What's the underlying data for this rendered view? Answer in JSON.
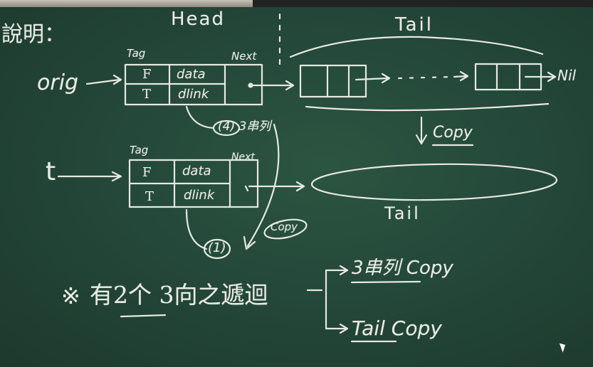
{
  "board": {
    "heading": "說明：",
    "head_label": "Head",
    "tail_label_top": "Tail",
    "orig_label": "orig",
    "t_label": "t",
    "node_orig": {
      "tag": "Tag",
      "next": "Next",
      "f": "F",
      "t": "T",
      "data": "data",
      "dlink": "dlink"
    },
    "node_t": {
      "tag": "Tag",
      "next": "Next",
      "f": "F",
      "t": "T",
      "data": "data",
      "dlink": "dlink"
    },
    "nil_label": "Nil",
    "down_copy": "Copy",
    "step_4": "(4) 3串列",
    "step_1": "(1)",
    "copy_small": "Copy",
    "tail_label_bottom": "Tail",
    "note_star": "※",
    "note_text": "有2个 3向之遞迴",
    "branch1": "3串列 Copy",
    "branch2": "Tail Copy"
  },
  "colors": {
    "board": "#24483a",
    "chalk": "#e9ece4"
  }
}
